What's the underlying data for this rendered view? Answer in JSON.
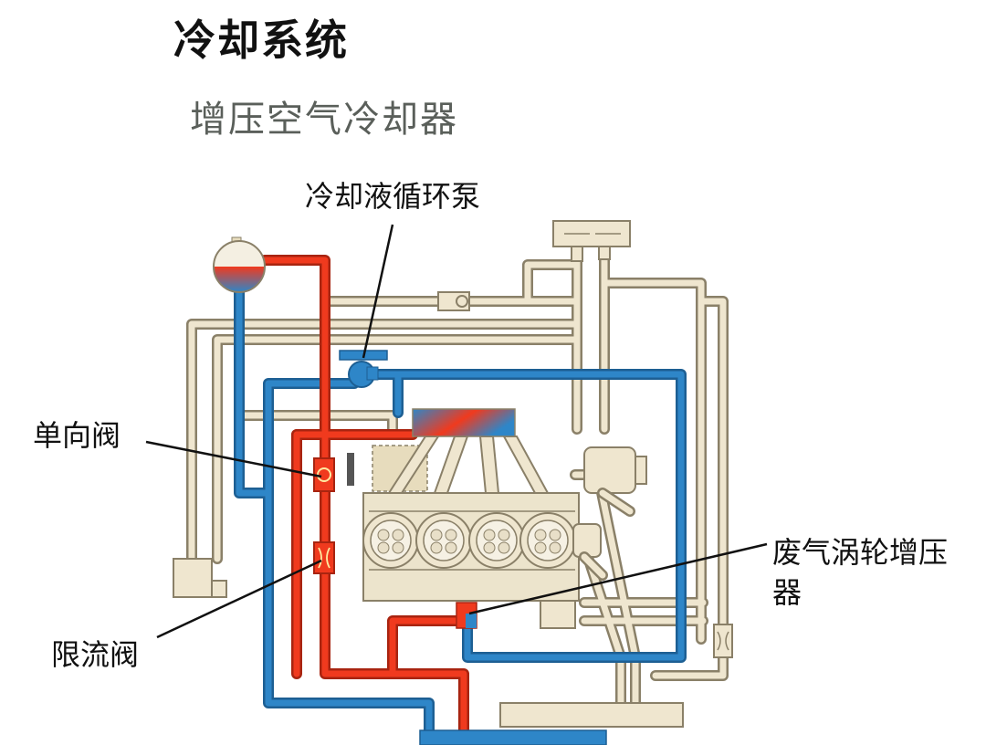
{
  "title": "冷却系统",
  "subtitle": "增压空气冷却器",
  "labels": {
    "pump": "冷却液循环泵",
    "check_valve": "单向阀",
    "restrictor": "限流阀",
    "turbo_line1": "废气涡轮增压",
    "turbo_line2": "器"
  },
  "colors": {
    "hot": "#f03a1e",
    "cold": "#2e86c8",
    "ambient": "#efe6cf",
    "outline": "#8a8068",
    "engine": "#ece4cc"
  }
}
